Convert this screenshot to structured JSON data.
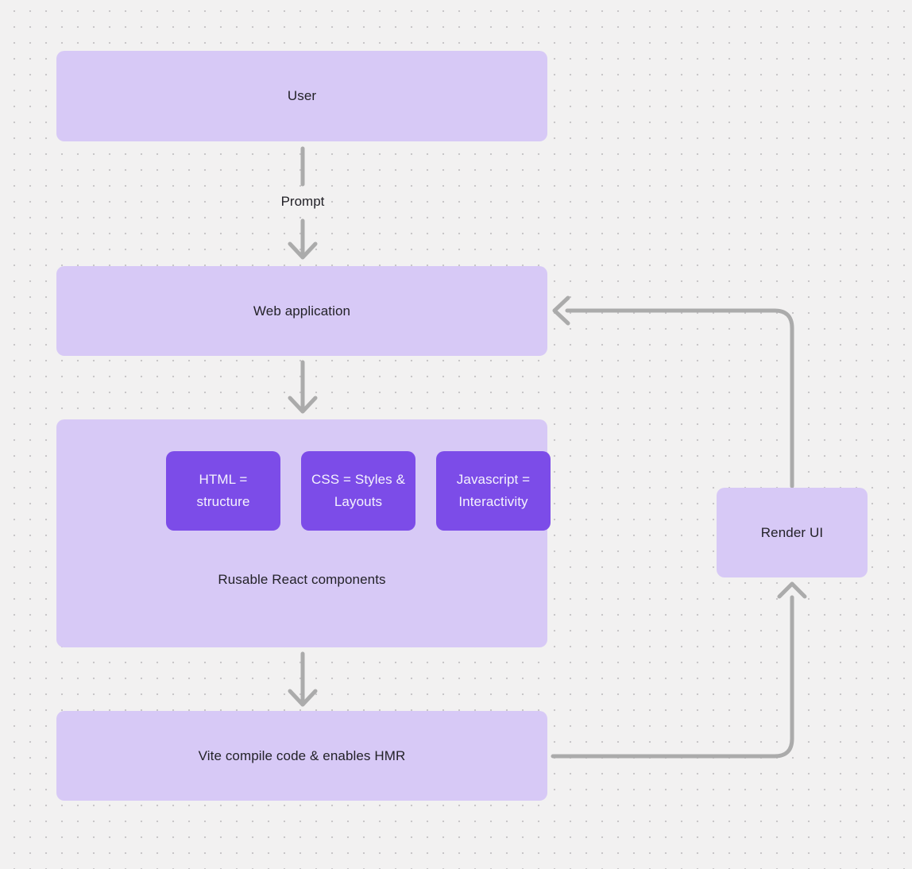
{
  "diagram": {
    "nodes": {
      "user": {
        "label": "User"
      },
      "web_application": {
        "label": "Web application"
      },
      "components_group": {
        "label": "Rusable React components",
        "children": [
          {
            "label": "HTML = structure"
          },
          {
            "label": "CSS = Styles & Layouts"
          },
          {
            "label": "Javascript = Interactivity"
          }
        ]
      },
      "vite": {
        "label": "Vite compile code & enables HMR"
      },
      "render_ui": {
        "label": "Render UI"
      }
    },
    "edges": [
      {
        "from": "user",
        "to": "web_application",
        "label": "Prompt"
      },
      {
        "from": "web_application",
        "to": "components_group",
        "label": ""
      },
      {
        "from": "components_group",
        "to": "vite",
        "label": ""
      },
      {
        "from": "vite",
        "to": "render_ui",
        "label": ""
      },
      {
        "from": "render_ui",
        "to": "web_application",
        "label": ""
      }
    ],
    "colors": {
      "background": "#f2f1f1",
      "grid_dot": "#c8c6c8",
      "node_fill": "#d7c9f6",
      "node_text": "#232228",
      "accent_fill": "#7c4ce8",
      "accent_text": "#f4f2fd",
      "arrow": "#ababab"
    }
  }
}
